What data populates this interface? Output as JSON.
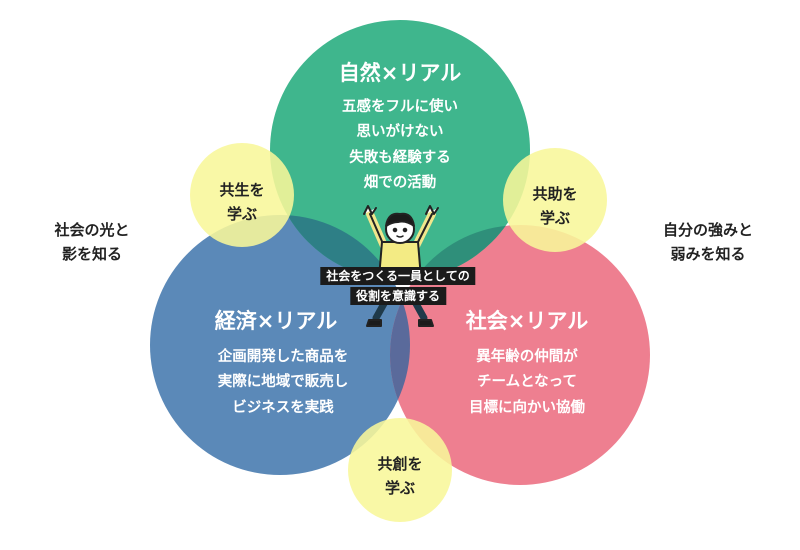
{
  "colors": {
    "nature": "#3fb68d",
    "economy": "#5b89b8",
    "society": "#ee7f90",
    "learn": "#f8f79a",
    "caption_bg": "#1b1b1b"
  },
  "circles": {
    "nature": {
      "title": "自然×リアル",
      "lines": [
        "五感をフルに使い",
        "思いがけない",
        "失敗も経験する",
        "畑での活動"
      ]
    },
    "economy": {
      "title": "経済×リアル",
      "lines": [
        "企画開発した商品を",
        "実際に地域で販売し",
        "ビジネスを実践"
      ]
    },
    "society": {
      "title": "社会×リアル",
      "lines": [
        "異年齢の仲間が",
        "チームとなって",
        "目標に向かい協働"
      ]
    }
  },
  "learn": {
    "coexist": [
      "共生を",
      "学ぶ"
    ],
    "mutual_help": [
      "共助を",
      "学ぶ"
    ],
    "co_create": [
      "共創を",
      "学ぶ"
    ]
  },
  "outer": {
    "left": [
      "社会の光と",
      "影を知る"
    ],
    "right": [
      "自分の強みと",
      "弱みを知る"
    ]
  },
  "center_caption": [
    "社会をつくる一員としての",
    "役割を意識する"
  ],
  "figure": {
    "icon": "child-figure-icon"
  }
}
